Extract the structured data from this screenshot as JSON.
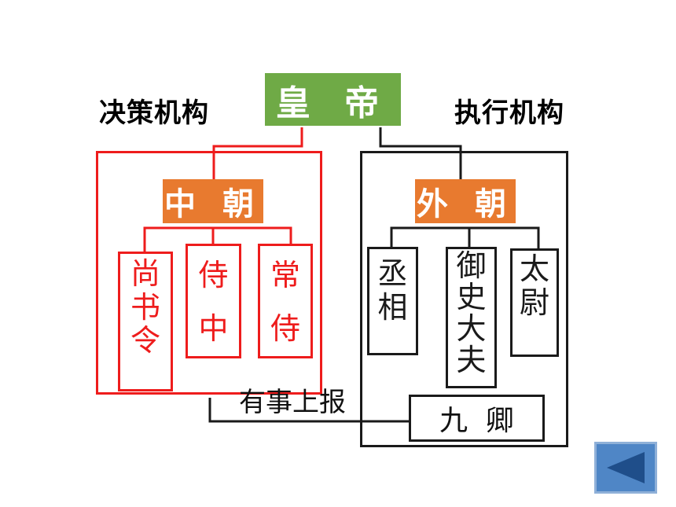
{
  "labels": {
    "decision": "决策机构",
    "execution": "执行机构",
    "report": "有事上报"
  },
  "emperor": "皇 帝",
  "inner_court": {
    "title": "中 朝",
    "offices": [
      {
        "chars": [
          "尚",
          "书",
          "令"
        ]
      },
      {
        "chars": [
          "侍",
          "中"
        ]
      },
      {
        "chars": [
          "常",
          "侍"
        ]
      }
    ]
  },
  "outer_court": {
    "title": "外 朝",
    "offices": [
      {
        "chars": [
          "丞",
          "相"
        ]
      },
      {
        "chars": [
          "御",
          "史",
          "大",
          "夫"
        ]
      },
      {
        "chars": [
          "太",
          "尉"
        ]
      }
    ],
    "nine_ministers": "九  卿"
  },
  "colors": {
    "emperor": "#6faa46",
    "court": "#e87a2f",
    "inner_line": "#ee1c1c",
    "outer_line": "#1a1a1a",
    "back_button": "#4f86c6"
  },
  "icons": {
    "back": "triangle-left-icon"
  }
}
